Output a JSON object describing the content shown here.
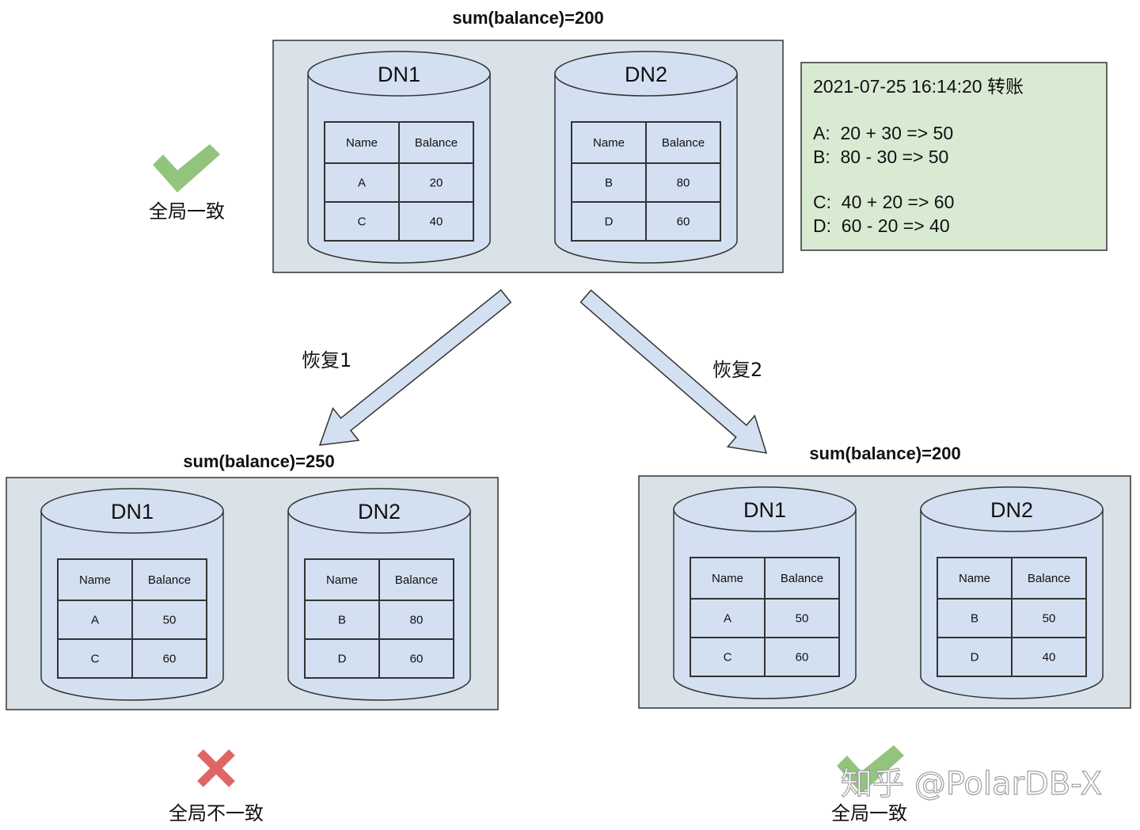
{
  "colors": {
    "panel": "#d9e2e8",
    "cylinder": "#d3e0f1",
    "note": "#d9ead3",
    "check": "#93c47d",
    "cross": "#e06666",
    "stroke": "#333333"
  },
  "states": [
    {
      "sum_label": "sum(balance)=200",
      "nodes": [
        {
          "title": "DN1",
          "header": [
            "Name",
            "Balance"
          ],
          "rows": [
            [
              "A",
              "20"
            ],
            [
              "C",
              "40"
            ]
          ]
        },
        {
          "title": "DN2",
          "header": [
            "Name",
            "Balance"
          ],
          "rows": [
            [
              "B",
              "80"
            ],
            [
              "D",
              "60"
            ]
          ]
        }
      ],
      "verdict": {
        "icon": "check-icon",
        "label": "全局一致"
      }
    },
    {
      "sum_label": "sum(balance)=250",
      "nodes": [
        {
          "title": "DN1",
          "header": [
            "Name",
            "Balance"
          ],
          "rows": [
            [
              "A",
              "50"
            ],
            [
              "C",
              "60"
            ]
          ]
        },
        {
          "title": "DN2",
          "header": [
            "Name",
            "Balance"
          ],
          "rows": [
            [
              "B",
              "80"
            ],
            [
              "D",
              "60"
            ]
          ]
        }
      ],
      "verdict": {
        "icon": "cross-icon",
        "label": "全局不一致"
      }
    },
    {
      "sum_label": "sum(balance)=200",
      "nodes": [
        {
          "title": "DN1",
          "header": [
            "Name",
            "Balance"
          ],
          "rows": [
            [
              "A",
              "50"
            ],
            [
              "C",
              "60"
            ]
          ]
        },
        {
          "title": "DN2",
          "header": [
            "Name",
            "Balance"
          ],
          "rows": [
            [
              "B",
              "50"
            ],
            [
              "D",
              "40"
            ]
          ]
        }
      ],
      "verdict": {
        "icon": "check-icon",
        "label": "全局一致"
      }
    }
  ],
  "note": {
    "title": "2021-07-25 16:14:20 转账",
    "lines": [
      "A:  20 + 30 => 50",
      "B:  80 - 30 => 50",
      "C:  40 + 20 => 60",
      "D:  60 - 20 => 40"
    ]
  },
  "arrows": [
    {
      "label": "恢复1",
      "icon": "arrow-down-left-icon"
    },
    {
      "label": "恢复2",
      "icon": "arrow-down-right-icon"
    }
  ],
  "watermark": "知乎 @PolarDB-X"
}
